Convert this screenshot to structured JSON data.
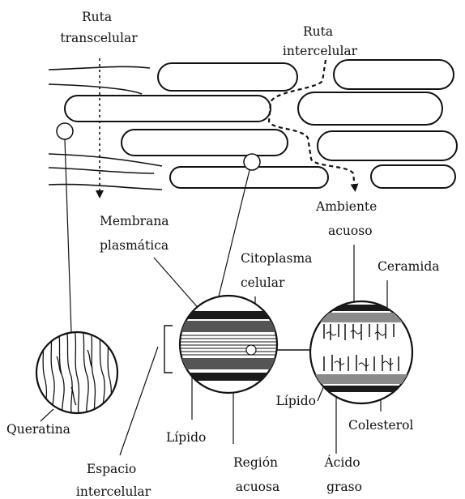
{
  "labels": {
    "transcellular_route": [
      "Ruta",
      "transcelular"
    ],
    "intercellular_route": [
      "Ruta",
      "intercelular"
    ],
    "plasma_membrane": [
      "Membrana",
      "plasmática"
    ],
    "aqueous_environment": [
      "Ambiente",
      "acuoso"
    ],
    "cell_cytoplasm": [
      "Citoplasma",
      "celular"
    ],
    "ceramide": "Ceramida",
    "lipid_right": "Lípido",
    "keratin": "Queratina",
    "lipid_bottom": "Lípido",
    "cholesterol": "Colesterol",
    "intercellular_space": [
      "Espacio",
      "intercelular"
    ],
    "aqueous_region": [
      "Región",
      "acuosa"
    ],
    "fatty_acid": [
      "Ácido",
      "graso"
    ]
  },
  "colors": {
    "ink": "#111111",
    "background": "#ffffff"
  }
}
